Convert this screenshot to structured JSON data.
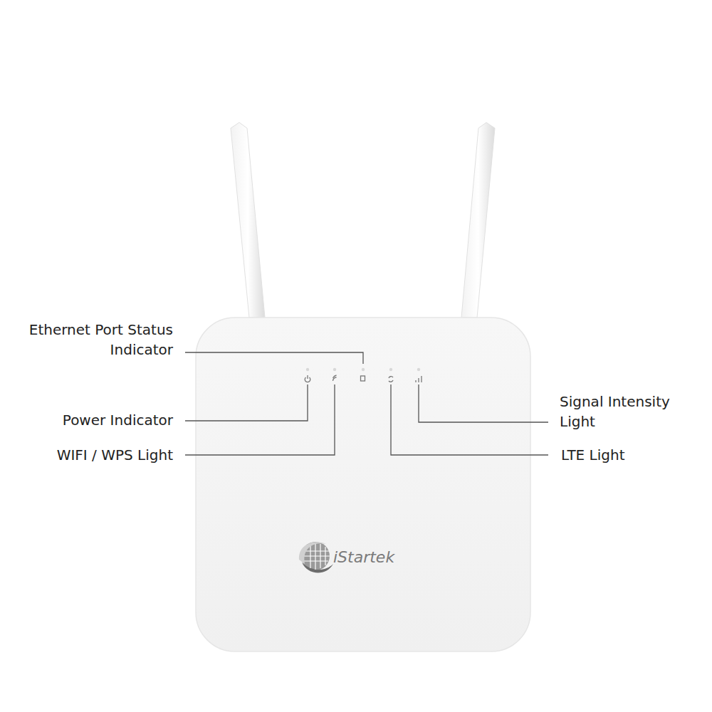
{
  "diagram": {
    "labels": [
      "Ethernet Port Status Indicator",
      "Power Indicator",
      "WIFI / WPS Light",
      "Signal Intensity Light",
      "LTE Light",
      "iStartek"
    ]
  }
}
